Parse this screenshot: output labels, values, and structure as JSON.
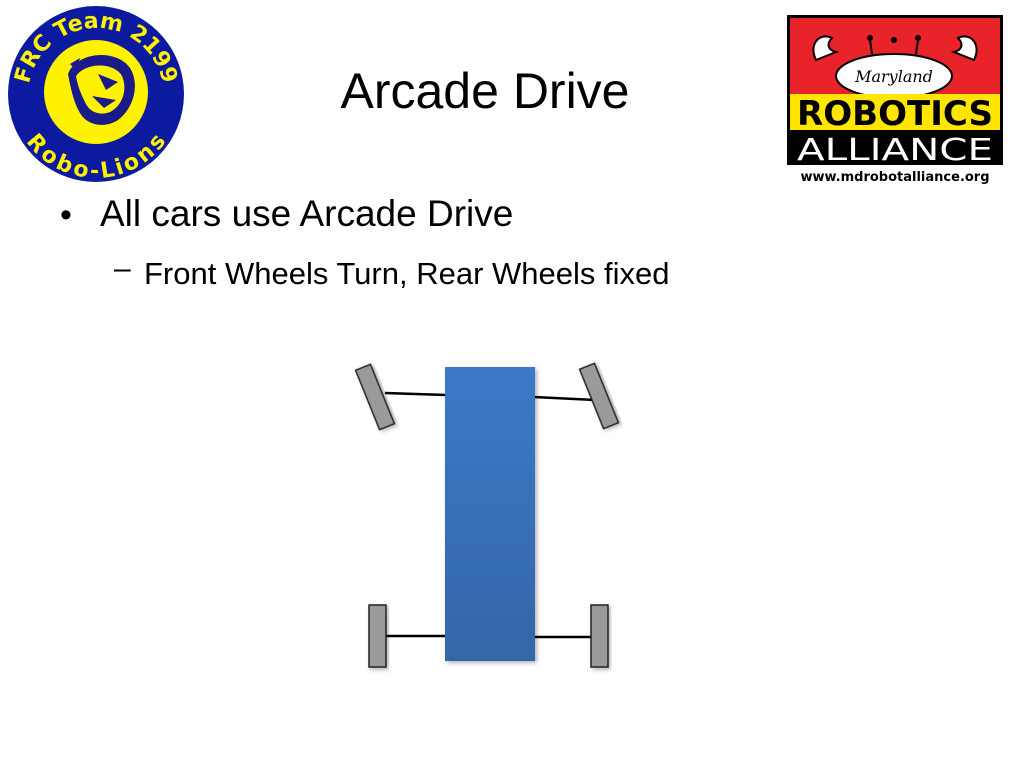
{
  "slide": {
    "title": "Arcade Drive",
    "bullets": [
      {
        "text": "All cars use Arcade Drive",
        "level": 1
      },
      {
        "text": "Front Wheels Turn, Rear Wheels fixed",
        "level": 2
      }
    ]
  },
  "logos": {
    "left": {
      "top_text": "FRC Team 2199",
      "bottom_text": "Robo-Lions",
      "ring_color": "#0b1a9e",
      "fill_color": "#fff200"
    },
    "right": {
      "state": "Maryland",
      "line1": "ROBOTICS",
      "line2": "ALLIANCE",
      "url": "www.mdrobotalliance.org",
      "top_color": "#e8232a",
      "band_color": "#ffe500"
    }
  },
  "diagram": {
    "body_color": "#3a6fb7",
    "wheel_color": "#9a9a9a",
    "front_wheels": "turned",
    "rear_wheels": "fixed"
  }
}
